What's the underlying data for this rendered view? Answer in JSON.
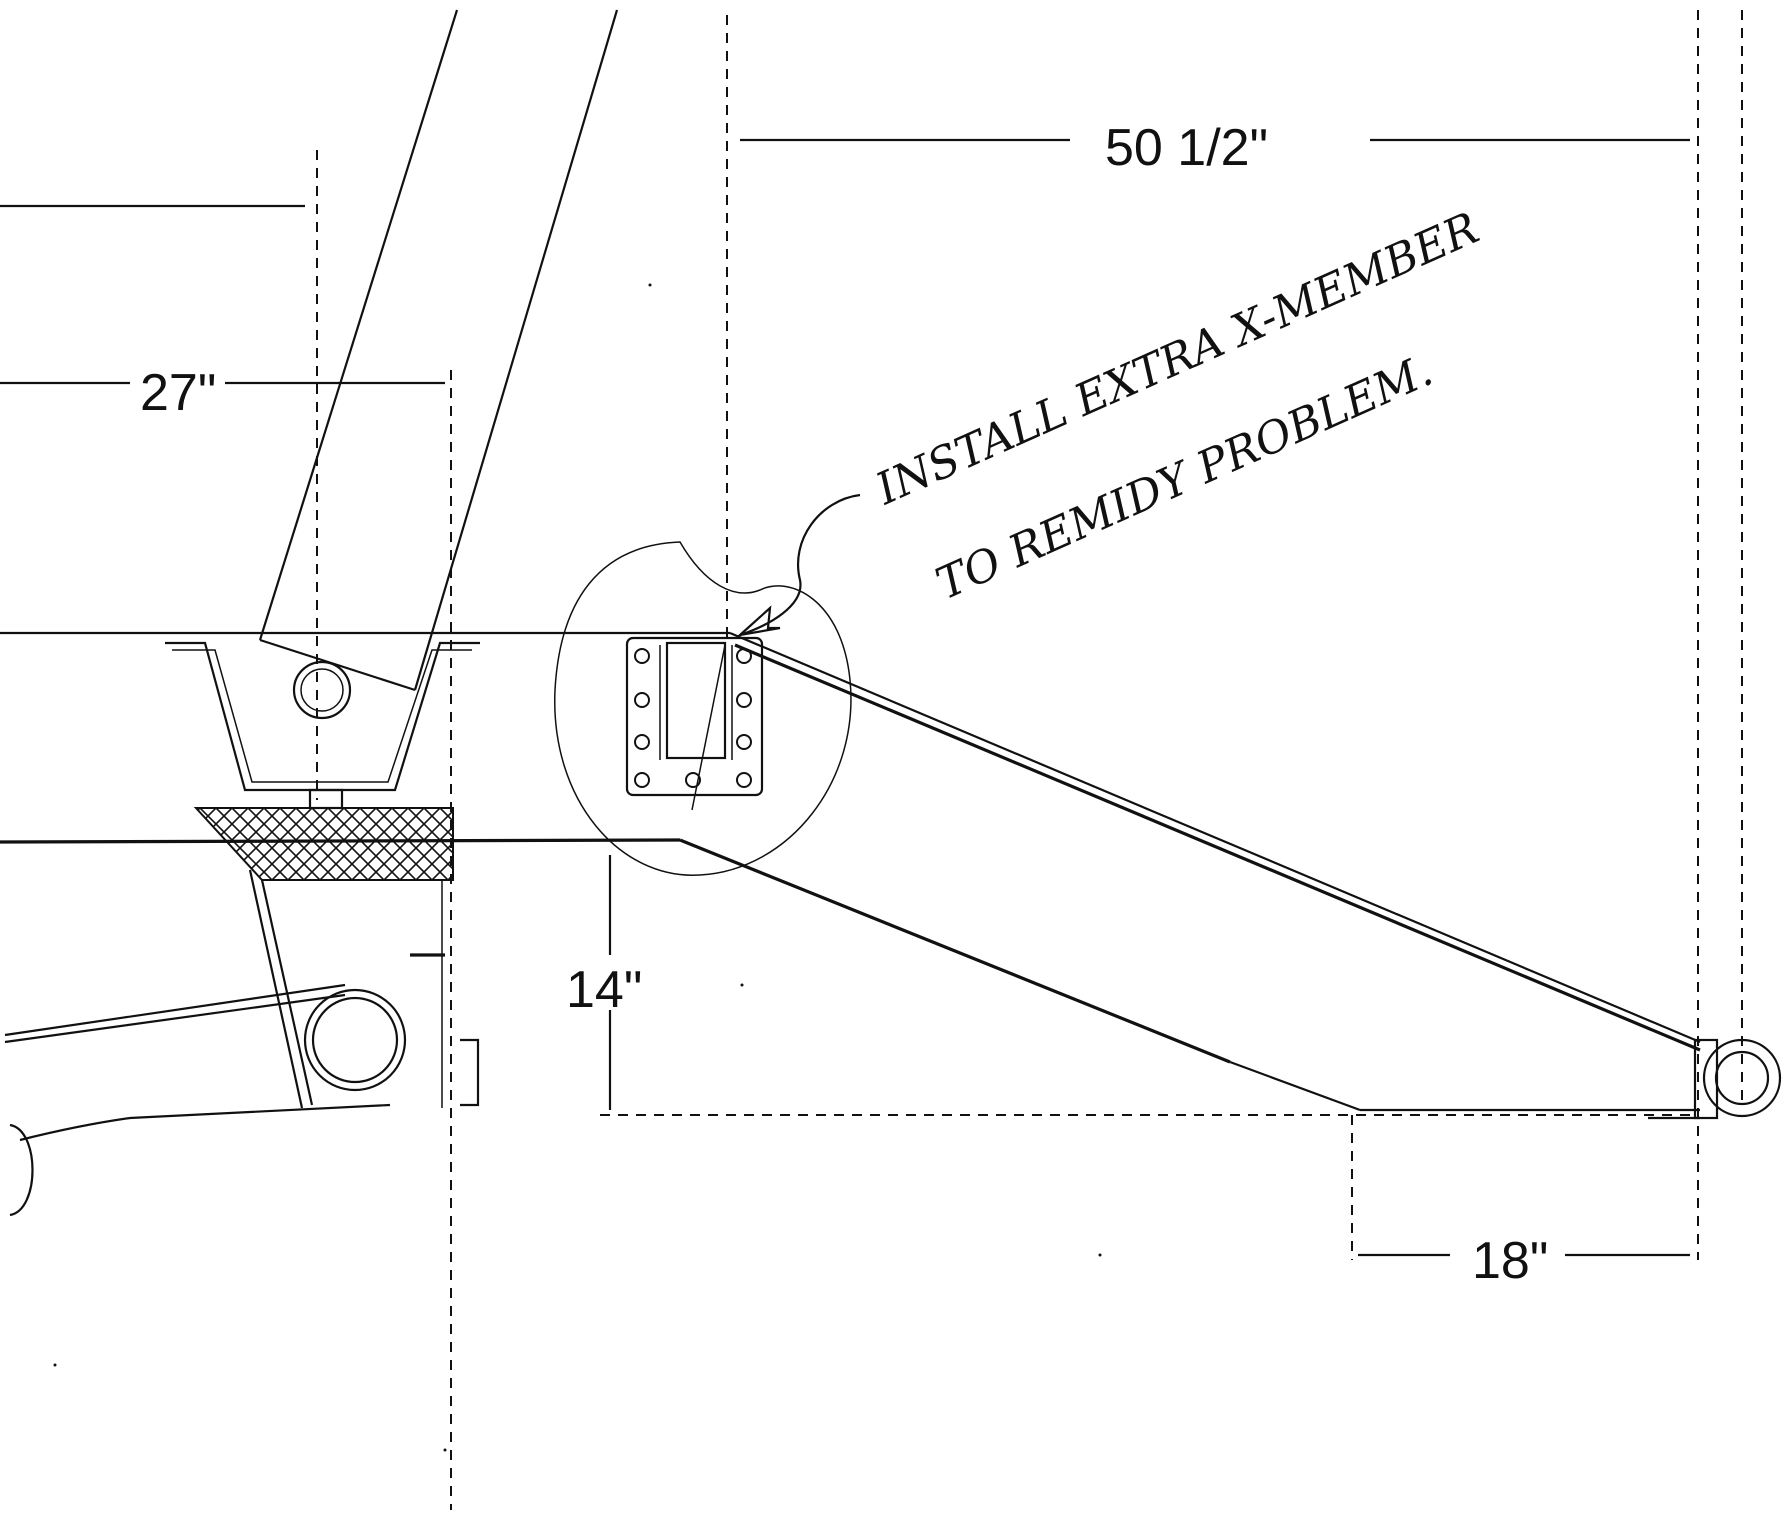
{
  "drawing": {
    "dimensions": {
      "top_span": "50 1/2\"",
      "left_span": "27\"",
      "drop_height": "14\"",
      "bottom_span": "18\""
    },
    "annotation": {
      "line1": "INSTALL EXTRA X-MEMBER",
      "line2": "TO REMIDY PROBLEM."
    }
  }
}
